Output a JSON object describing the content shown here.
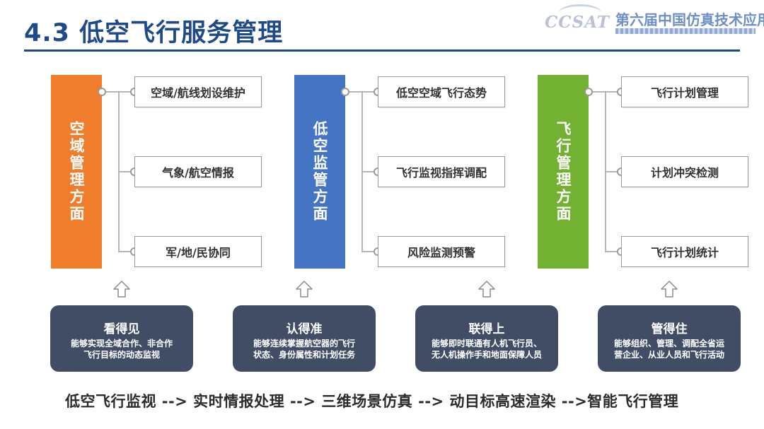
{
  "title": "4.3 低空飞行服务管理",
  "logo": {
    "mark": "CCSAT",
    "conference": "第六届中国仿真技术应用大会"
  },
  "columns": [
    {
      "category": "空域管理方面",
      "color": "#ef7d2c",
      "items": [
        "空域/航线划设维护",
        "气象/航空情报",
        "军/地/民协同"
      ],
      "card": {
        "heading": "看得见",
        "lines": [
          "能够实现全域合作、非合作",
          "飞行目标的动态监视"
        ]
      }
    },
    {
      "category": "低空监管方面",
      "color": "#4574c5",
      "items": [
        "低空空域飞行态势",
        "飞行监视指挥调配",
        "风险监测预警"
      ],
      "card": {
        "heading": "认得准",
        "lines": [
          "能够连续掌握航空器的飞行",
          "状态、身份属性和计划任务"
        ]
      }
    },
    {
      "category": "飞行管理方面",
      "color": "#73b133",
      "items": [
        "飞行计划管理",
        "计划冲突检测",
        "飞行计划统计"
      ],
      "card": {
        "heading": "管得住",
        "lines": [
          "能够组织、管理、调配全省运",
          "营企业、从业人员和飞行活动"
        ]
      }
    }
  ],
  "middle_card": {
    "heading": "联得上",
    "lines": [
      "能够即时联通有人机飞行员、",
      "无人机操作手和地面保障人员"
    ]
  },
  "footer": "低空飞行监视 --> 实时情报处理 --> 三维场景仿真 --> 动目标高速渲染 -->智能飞行管理"
}
